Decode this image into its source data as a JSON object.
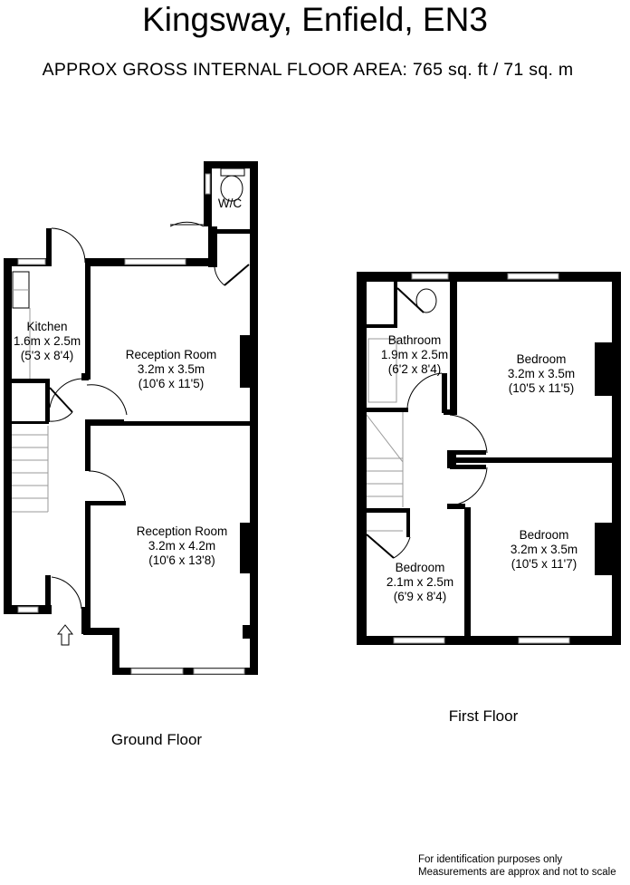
{
  "header": {
    "title": "Kingsway, Enfield, EN3",
    "subtitle": "APPROX GROSS INTERNAL FLOOR AREA:  765 sq. ft / 71 sq. m"
  },
  "ground_floor": {
    "label": "Ground Floor",
    "rooms": [
      {
        "name": "W/C"
      },
      {
        "name": "Kitchen",
        "metric": "1.6m x 2.5m",
        "imperial": "(5'3 x 8'4)"
      },
      {
        "name": "Reception Room",
        "metric": "3.2m x 3.5m",
        "imperial": "(10'6 x 11'5)"
      },
      {
        "name": "Reception Room",
        "metric": "3.2m x 4.2m",
        "imperial": "(10'6 x 13'8)"
      }
    ]
  },
  "first_floor": {
    "label": "First Floor",
    "rooms": [
      {
        "name": "Bathroom",
        "metric": "1.9m x 2.5m",
        "imperial": "(6'2 x 8'4)"
      },
      {
        "name": "Bedroom",
        "metric": "3.2m x 3.5m",
        "imperial": "(10'5 x 11'5)"
      },
      {
        "name": "Bedroom",
        "metric": "3.2m x 3.5m",
        "imperial": "(10'5 x 11'7)"
      },
      {
        "name": "Bedroom",
        "metric": "2.1m x 2.5m",
        "imperial": "(6'9 x 8'4)"
      }
    ]
  },
  "disclaimer": {
    "line1": "For identification purposes only",
    "line2": "Measurements are approx and not to scale"
  }
}
